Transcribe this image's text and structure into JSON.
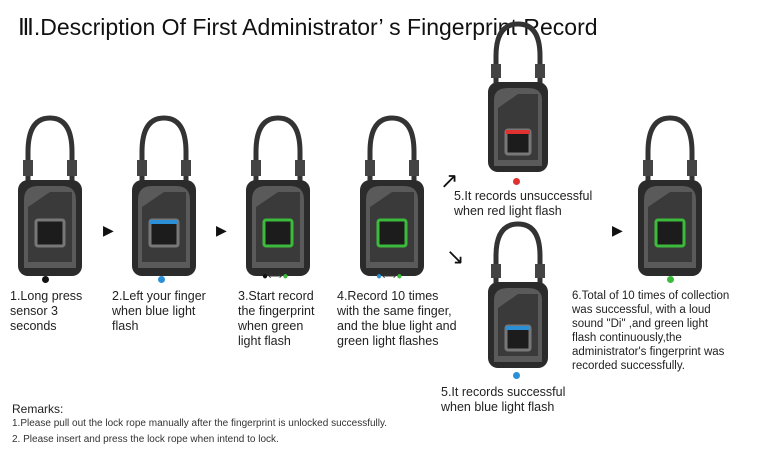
{
  "title": "Ⅲ.Description Of First Administrator’ s Fingerprint Record",
  "steps": {
    "s1": "1.Long press\nsensor 3\nseconds",
    "s2": "2.Left your finger\nwhen blue light\nflash",
    "s3": "3.Start record\nthe fingerprint\nwhen green\nlight flash",
    "s4": "4.Record 10 times\nwith the same finger,\nand the blue light and\ngreen light flashes",
    "s5a": "5.It records unsuccessful\n when red light flash",
    "s5b": "5.It records successful\nwhen blue light flash",
    "s6": "6.Total of 10 times of collection\nwas successful, with a loud\nsound \"Di\" ,and green light\nflash continuously,the\nadministrator's fingerprint was\nrecorded successfully."
  },
  "remarks": {
    "title": "Remarks:",
    "items": [
      "1.Please pull out the lock rope manually after the fingerprint is unlocked successfully.",
      "2. Please insert and press the lock rope when intend to lock."
    ]
  },
  "colors": {
    "blue": "#2a8fd6",
    "green": "#3cba3c",
    "red": "#e03030",
    "black": "#111111"
  }
}
